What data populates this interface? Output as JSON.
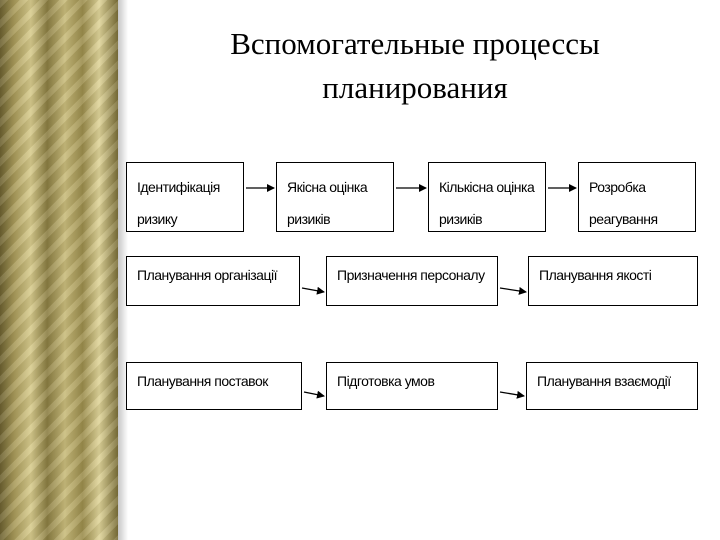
{
  "title": {
    "line1": "Вспомогательные процессы",
    "line2": "планирования"
  },
  "row1": [
    "Ідентифікація ризику",
    "Якісна оцінка ризиків",
    "Кількісна оцінка ризиків",
    "Розробка реагування"
  ],
  "row2": [
    "Планування організації",
    "Призначення персоналу",
    "Планування якості"
  ],
  "row3": [
    "Планування поставок",
    "Підготовка умов",
    "Планування взаємодії"
  ]
}
